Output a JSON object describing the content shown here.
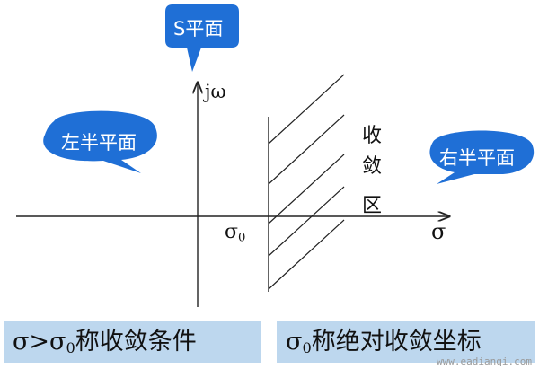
{
  "diagram": {
    "bubbles": {
      "s_plane": "S平面",
      "left_half": "左半平面",
      "right_half": "右半平面"
    },
    "axis": {
      "imag_label": "jω",
      "real_label": "σ",
      "sigma0_symbol": "σ",
      "sigma0_sub": "0"
    },
    "region_chars": [
      "收",
      "敛",
      "区"
    ],
    "captions": {
      "left": {
        "pre": "σ>σ",
        "sub": "0",
        "post": "称收敛条件"
      },
      "right": {
        "pre": "σ",
        "sub": "0",
        "post": "称绝对收敛坐标"
      }
    },
    "watermark": "www.eadianqi.com",
    "colors": {
      "bubble": "#1f6fd6",
      "caption_bg": "#bdd7ee",
      "line": "#222222"
    }
  }
}
